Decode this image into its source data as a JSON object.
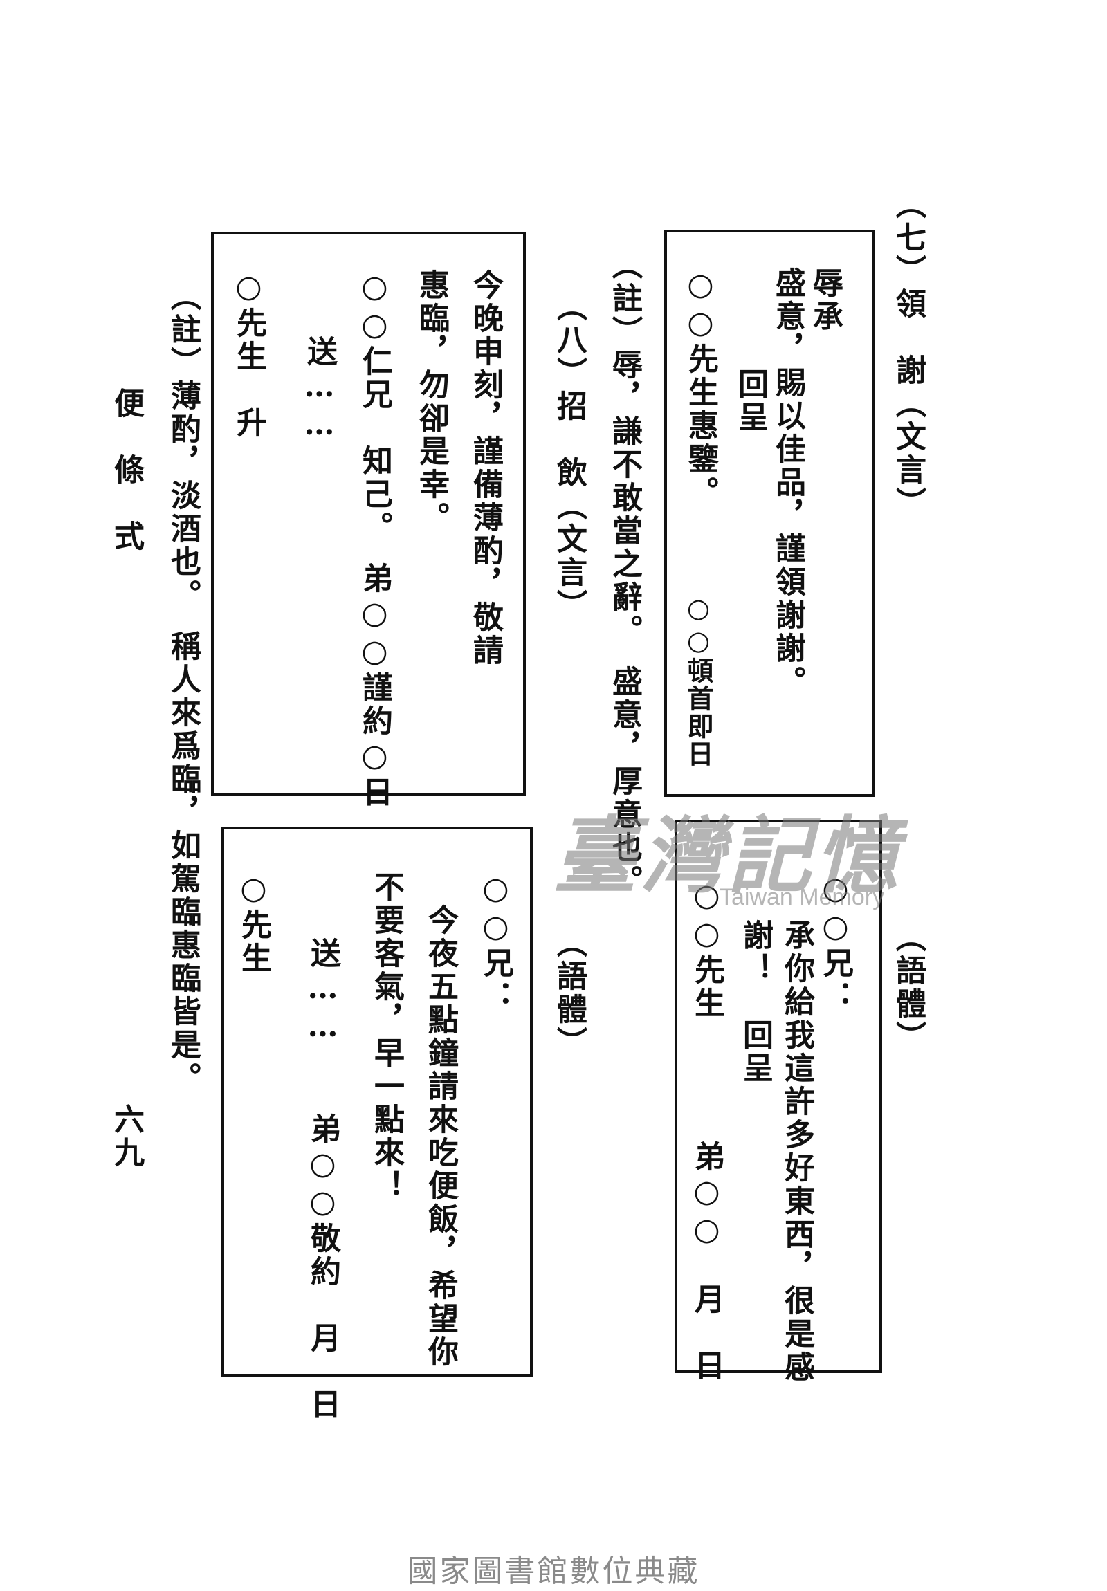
{
  "section_7": {
    "heading": "（七）領　謝（文言）",
    "style_label": "（語體）",
    "wenyan": {
      "line1": "辱承",
      "line2": "盛意，賜以佳品，謹領謝謝。",
      "line3": "　　回呈",
      "line4": "○○先生惠鑒。",
      "sign": "○○頓首即日"
    },
    "vernacular": {
      "line1": "○○兄：",
      "line2": "承你給我這許多好東西，很是感",
      "line3": "謝！　回呈",
      "line4": "○○先生",
      "sign": "弟○○　月　日"
    },
    "note": "（註）辱，謙不敢當之辭。　盛意，厚意也。"
  },
  "section_8": {
    "heading": "（八）招　飲（文言）",
    "style_label": "（語體）",
    "wenyan": {
      "line1": "今晚申刻，謹備薄酌，敬請",
      "line2": "惠臨，勿卻是幸。",
      "line3": "○○仁兄　知己。　弟○○謹約○日",
      "line4": "　　送……",
      "line5": "○先生　升"
    },
    "vernacular": {
      "line1": "○○兄：",
      "line2": "　今夜五點鐘請來吃便飯，希望你",
      "line3": "不要客氣，早一點來！",
      "line4": "　　送……　　弟○○敬約　月　日",
      "line5": "○先生"
    },
    "note": "（註）薄酌，淡酒也。　稱人來爲臨，如駕臨惠臨皆是。"
  },
  "margin": {
    "title": "便　條　式",
    "page_number": "六九"
  },
  "watermark": {
    "cn": "臺灣記憶",
    "en": "Taiwan Memory"
  },
  "footer": "國家圖書館數位典藏"
}
